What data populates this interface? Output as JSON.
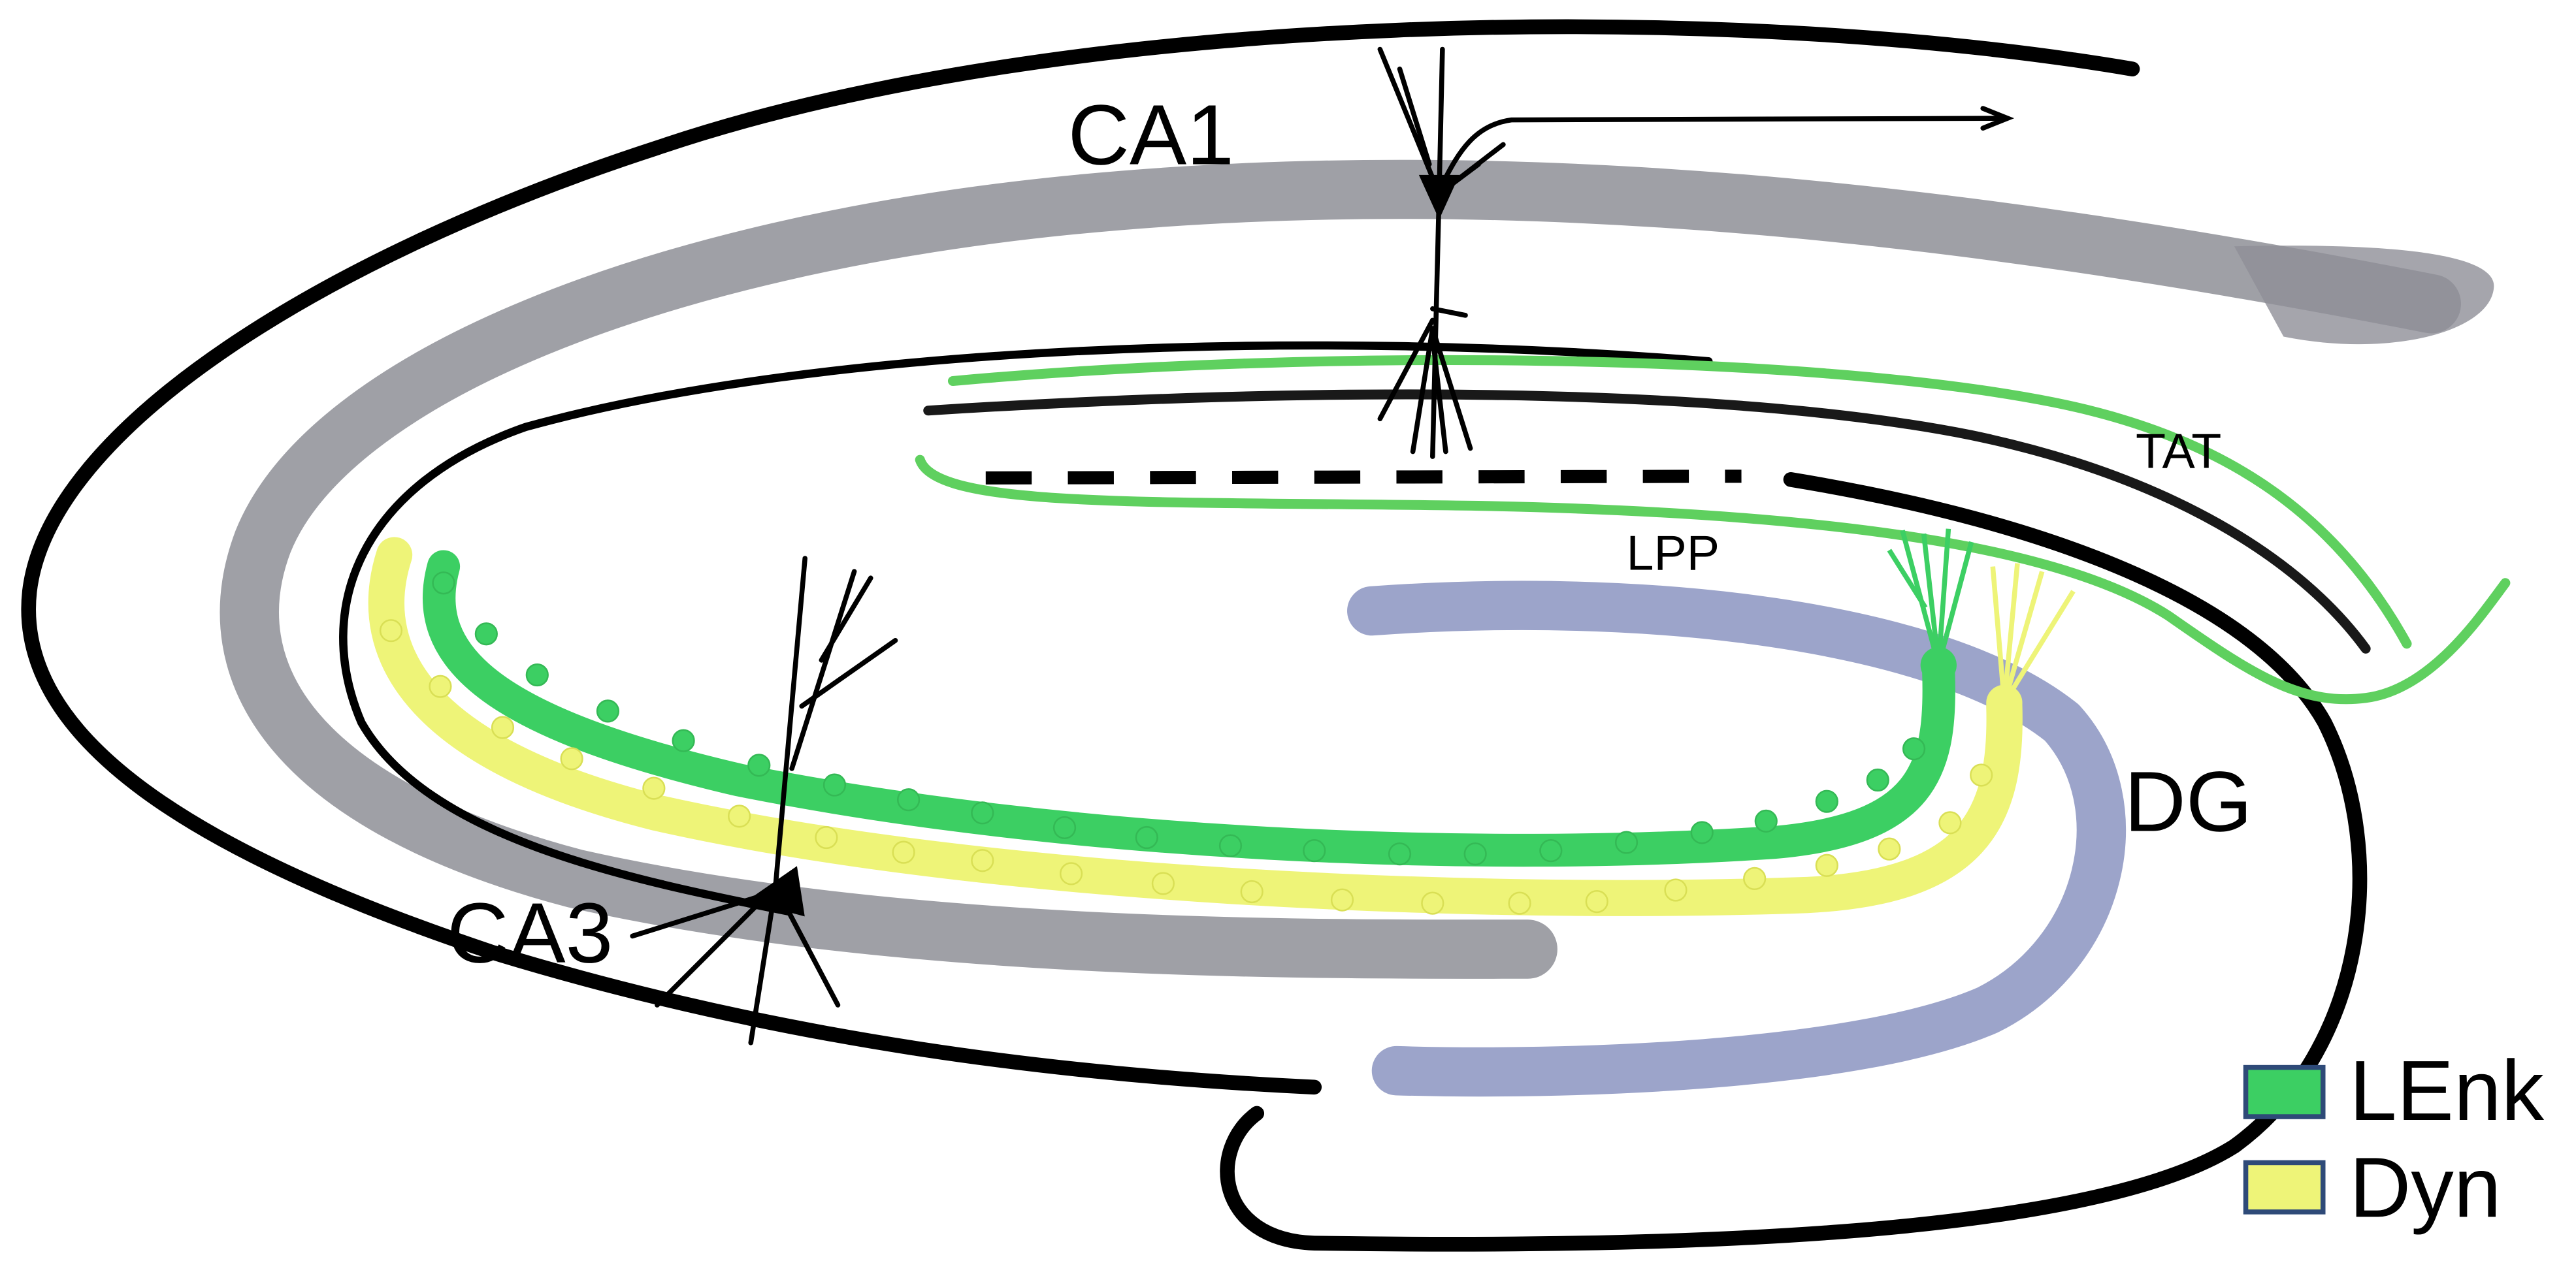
{
  "labels": {
    "ca1": "CA1",
    "ca3": "CA3",
    "dg": "DG",
    "tat": "TAT",
    "lpp": "LPP"
  },
  "legend": [
    {
      "label": "LEnk",
      "color": "#3ccf63"
    },
    {
      "label": "Dyn",
      "color": "#eef478"
    }
  ],
  "colors": {
    "outline": "#000000",
    "pyramidal_layer": "#8e8f97",
    "granule_layer": "#8b94c1",
    "pathway": "#5fd05f",
    "legend_border": "#2e4a78"
  }
}
